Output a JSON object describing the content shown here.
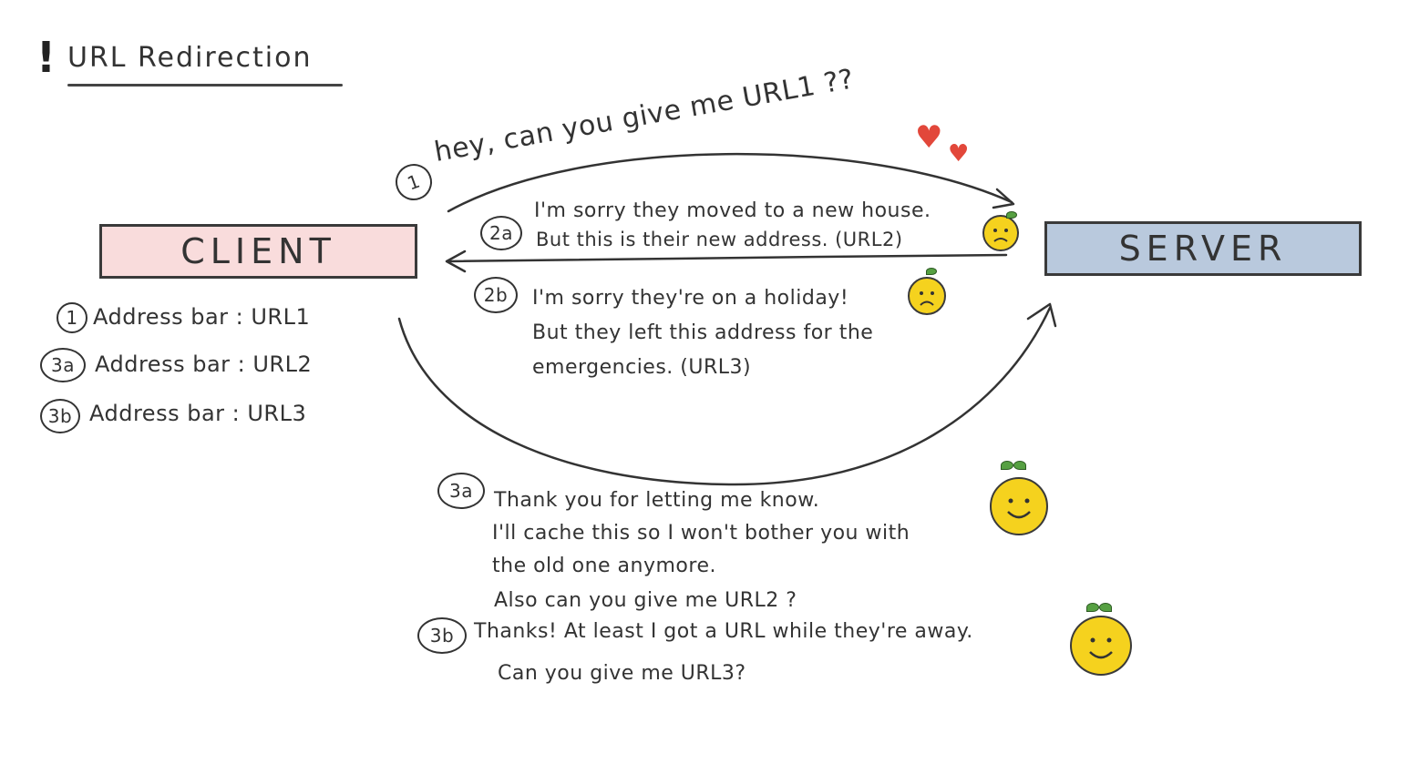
{
  "title": {
    "text": "URL Redirection"
  },
  "client": {
    "label": "CLIENT"
  },
  "server": {
    "label": "SERVER"
  },
  "steps": {
    "s1": {
      "marker": "1",
      "text": "hey, can you give me URL1 ??"
    },
    "s2a": {
      "marker": "2a",
      "lines": [
        "I'm sorry they moved to a new house.",
        "But this is their new address. (URL2)"
      ]
    },
    "s2b": {
      "marker": "2b",
      "lines": [
        "I'm sorry they're on a holiday!",
        "But they left this address for the",
        "emergencies. (URL3)"
      ]
    },
    "s3a": {
      "marker": "3a",
      "lines": [
        "Thank you for letting me know.",
        "I'll cache this so I won't bother you with",
        "the old one anymore.",
        "Also can you give me URL2 ?"
      ]
    },
    "s3b": {
      "marker": "3b",
      "lines": [
        "Thanks! At least I got a URL while they're away.",
        "Can you give me URL3?"
      ]
    }
  },
  "address_bar": [
    {
      "marker": "1",
      "text": "Address bar : URL1"
    },
    {
      "marker": "3a",
      "text": "Address bar : URL2"
    },
    {
      "marker": "3b",
      "text": "Address bar : URL3"
    }
  ],
  "colors": {
    "client_fill": "#f9dcdc",
    "server_fill": "#b9c9dd",
    "heart": "#e2473a",
    "face": "#f5d21e",
    "leaf": "#56a042"
  },
  "icons": [
    "heart-icon",
    "sad-face-icon",
    "happy-face-icon"
  ]
}
